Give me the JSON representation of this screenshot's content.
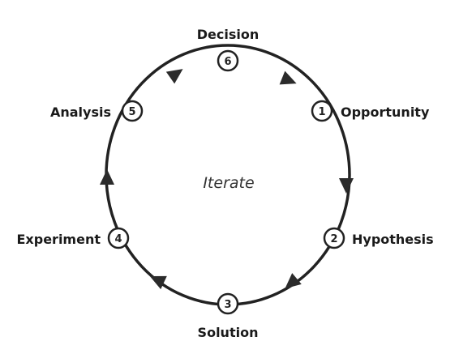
{
  "center_label": "Iterate",
  "steps": [
    {
      "number": "1",
      "label": "Opportunity"
    },
    {
      "number": "2",
      "label": "Hypothesis"
    },
    {
      "number": "3",
      "label": "Solution"
    },
    {
      "number": "4",
      "label": "Experiment"
    },
    {
      "number": "5",
      "label": "Analysis"
    },
    {
      "number": "6",
      "label": "Decision"
    }
  ]
}
